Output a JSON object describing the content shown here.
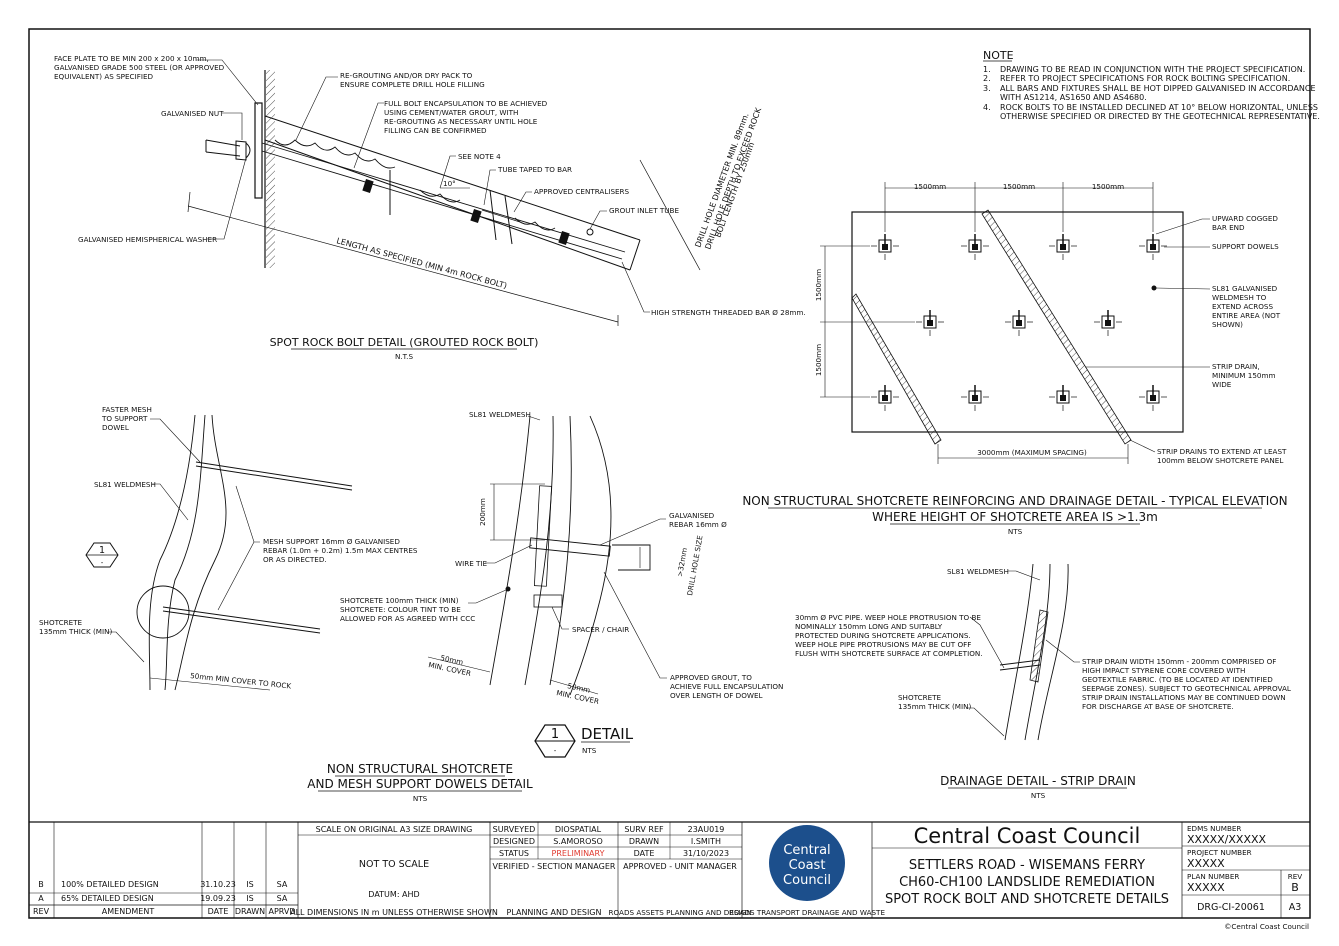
{
  "notes": {
    "heading": "NOTE",
    "items": [
      {
        "num": "1.",
        "lines": [
          "DRAWING TO BE READ IN CONJUNCTION WITH THE PROJECT SPECIFICATION."
        ]
      },
      {
        "num": "2.",
        "lines": [
          "REFER TO PROJECT SPECIFICATIONS FOR ROCK BOLTING SPECIFICATION."
        ]
      },
      {
        "num": "3.",
        "lines": [
          "ALL BARS AND FIXTURES SHALL BE HOT DIPPED GALVANISED IN ACCORDANCE",
          "WITH AS1214, AS1650 AND AS4680."
        ]
      },
      {
        "num": "4.",
        "lines": [
          "ROCK BOLTS TO BE INSTALLED DECLINED AT 10° BELOW HORIZONTAL, UNLESS",
          "OTHERWISE SPECIFIED OR DIRECTED BY THE GEOTECHNICAL REPRESENTATIVE."
        ]
      }
    ]
  },
  "rock_bolt_detail": {
    "title": "SPOT ROCK BOLT DETAIL (GROUTED ROCK BOLT)",
    "scale": "N.T.S",
    "labels": {
      "face_plate": [
        "FACE PLATE TO BE MIN 200 x 200 x 10mm,",
        "GALVANISED GRADE 500 STEEL (OR APPROVED",
        "EQUIVALENT) AS SPECIFIED"
      ],
      "nut": "GALVANISED NUT",
      "washer": "GALVANISED HEMISPHERICAL WASHER",
      "regrouting": [
        "RE-GROUTING AND/OR DRY PACK TO",
        "ENSURE COMPLETE DRILL HOLE FILLING"
      ],
      "encapsulation": [
        "FULL BOLT ENCAPSULATION TO BE ACHIEVED",
        "USING CEMENT/WATER GROUT, WITH",
        "RE-GROUTING AS NECESSARY UNTIL HOLE",
        "FILLING CAN BE CONFIRMED"
      ],
      "see_note": "SEE NOTE 4",
      "angle": "10°",
      "tube": "TUBE TAPED TO BAR",
      "centralisers": "APPROVED CENTRALISERS",
      "grout_inlet": "GROUT INLET TUBE",
      "length": "LENGTH AS SPECIFIED (MIN 4m ROCK BOLT)",
      "drill_hole": [
        "DRILL HOLE DIAMETER MIN. 89mm.",
        "DRILL HOLE DEPTH TO EXCEED ROCK",
        "BOLT LENGTH BY 250mm"
      ],
      "threaded_bar": "HIGH STRENGTH THREADED BAR Ø 28mm."
    }
  },
  "elevation_detail": {
    "title_line1": "NON STRUCTURAL SHOTCRETE REINFORCING AND DRAINAGE DETAIL - TYPICAL ELEVATION",
    "title_line2": "WHERE HEIGHT OF SHOTCRETE AREA IS >1.3m",
    "scale": "NTS",
    "dims": {
      "h": [
        "1500mm",
        "1500mm",
        "1500mm"
      ],
      "v": [
        "1500mm",
        "1500mm"
      ],
      "bottom": "3000mm (MAXIMUM SPACING)"
    },
    "labels": {
      "cogged": [
        "UPWARD COGGED",
        "BAR END"
      ],
      "dowels": "SUPPORT DOWELS",
      "weldmesh": [
        "SL81 GALVANISED",
        "WELDMESH TO",
        "EXTEND ACROSS",
        "ENTIRE AREA (NOT",
        "SHOWN)"
      ],
      "strip_drain": [
        "STRIP DRAIN,",
        "MINIMUM 150mm",
        "WIDE"
      ],
      "extend": [
        "STRIP DRAINS TO EXTEND AT LEAST",
        "100mm BELOW SHOTCRETE PANEL"
      ]
    }
  },
  "dowels_detail": {
    "title_line1": "NON STRUCTURAL SHOTCRETE",
    "title_line2": "AND MESH SUPPORT DOWELS DETAIL",
    "scale": "NTS",
    "marker": {
      "num": "1",
      "sub": "-"
    },
    "labels": {
      "faster_mesh": [
        "FASTER MESH",
        "TO SUPPORT",
        "DOWEL"
      ],
      "weldmesh": "SL81 WELDMESH",
      "mesh_support": [
        "MESH SUPPORT 16mm Ø GALVANISED",
        "REBAR (1.0m + 0.2m) 1.5m MAX CENTRES",
        "OR AS DIRECTED."
      ],
      "shotcrete": [
        "SHOTCRETE",
        "135mm THICK  (MIN)"
      ],
      "cover": "50mm MIN COVER TO ROCK"
    }
  },
  "detail_one": {
    "marker": {
      "num": "1",
      "sub": "-",
      "word": "DETAIL",
      "scale": "NTS"
    },
    "labels": {
      "weldmesh": "SL81 WELDMESH",
      "rebar": [
        "GALVANISED",
        "REBAR 16mm Ø"
      ],
      "dim_200": "200mm",
      "wire_tie": "WIRE TIE",
      "hole_size": [
        ">32mm",
        "DRILL HOLE SIZE"
      ],
      "shotcrete": [
        "SHOTCRETE 100mm THICK (MIN)",
        "SHOTCRETE: COLOUR TINT TO BE",
        "ALLOWED FOR AS AGREED WITH CCC"
      ],
      "spacer": "SPACER / CHAIR",
      "cover_left": [
        "50mm",
        "MIN. COVER"
      ],
      "cover_right": [
        "50mm",
        "MIN. COVER"
      ],
      "grout": [
        "APPROVED GROUT, TO",
        "ACHIEVE FULL ENCAPSULATION",
        "OVER LENGTH OF DOWEL"
      ]
    }
  },
  "strip_drain_detail": {
    "title": "DRAINAGE DETAIL - STRIP DRAIN",
    "scale": "NTS",
    "labels": {
      "weldmesh": "SL81 WELDMESH",
      "pipe": [
        "30mm Ø PVC PIPE. WEEP HOLE PROTRUSION TO BE",
        "NOMINALLY 150mm LONG AND SUITABLY",
        "PROTECTED DURING SHOTCRETE APPLICATIONS.",
        "WEEP HOLE PIPE PROTRUSIONS MAY BE CUT  OFF",
        "FLUSH WITH SHOTCRETE SURFACE AT COMPLETION."
      ],
      "strip_drain": [
        "STRIP DRAIN  WIDTH 150mm - 200mm COMPRISED OF",
        "HIGH IMPACT STYRENE CORE COVERED WITH",
        " GEOTEXTILE FABRIC. (TO BE LOCATED AT IDENTIFIED",
        "SEEPAGE ZONES). SUBJECT TO GEOTECHNICAL APPROVAL",
        "STRIP DRAIN INSTALLATIONS MAY BE CONTINUED DOWN",
        "FOR DISCHARGE AT BASE OF SHOTCRETE."
      ],
      "shotcrete": [
        "SHOTCRETE",
        "135mm THICK (MIN)"
      ]
    }
  },
  "title_block": {
    "revisions": [
      {
        "rev": "B",
        "amendment": "100% DETAILED DESIGN",
        "date": "31.10.23",
        "drawn": "IS",
        "apprvd": "SA"
      },
      {
        "rev": "A",
        "amendment": "65% DETAILED DESIGN",
        "date": "19.09.23",
        "drawn": "IS",
        "apprvd": "SA"
      }
    ],
    "rev_headers": {
      "rev": "REV",
      "amendment": "AMENDMENT",
      "date": "DATE",
      "drawn": "DRAWN",
      "apprvd": "APRVD"
    },
    "scale_header": "SCALE ON ORIGINAL A3 SIZE DRAWING",
    "scale_value": "NOT TO SCALE",
    "datum": "DATUM: AHD",
    "dimensions_note": "ALL DIMENSIONS IN m UNLESS OTHERWISE SHOWN",
    "surveyed_label": "SURVEYED",
    "surveyed": "DIOSPATIAL",
    "designed_label": "DESIGNED",
    "designed": "S.AMOROSO",
    "status_label": "STATUS",
    "status": "PRELIMINARY",
    "surv_ref_label": "SURV REF",
    "surv_ref": "23AU019",
    "drawn_label": "DRAWN",
    "drawn": "I.SMITH",
    "date_label": "DATE",
    "date": "31/10/2023",
    "verified": "VERIFIED - SECTION MANAGER",
    "approved": "APPROVED - UNIT MANAGER",
    "planning": "PLANNING AND DESIGN",
    "roads_assets": "ROADS ASSETS PLANNING AND DESIGN",
    "roads_transport": "ROADS TRANSPORT DRAINAGE AND WASTE",
    "logo_lines": [
      "Central",
      "Coast",
      "Council"
    ],
    "council": "Central Coast Council",
    "project_lines": [
      "SETTLERS ROAD - WISEMANS FERRY",
      "CH60-CH100 LANDSLIDE REMEDIATION",
      "SPOT ROCK BOLT AND SHOTCRETE DETAILS"
    ],
    "edms_label": "EDMS NUMBER",
    "edms": "XXXXX/XXXXX",
    "project_number_label": "PROJECT NUMBER",
    "project_number": "XXXXX",
    "plan_number_label": "PLAN NUMBER",
    "plan_number": "XXXXX",
    "rev_label": "REV",
    "rev": "B",
    "drawing_number": "DRG-CI-20061",
    "sheet_size": "A3",
    "copyright": "©Central Coast Council",
    "colors": {
      "status": "#e03a2f",
      "logo": "#1c4f8c"
    }
  }
}
